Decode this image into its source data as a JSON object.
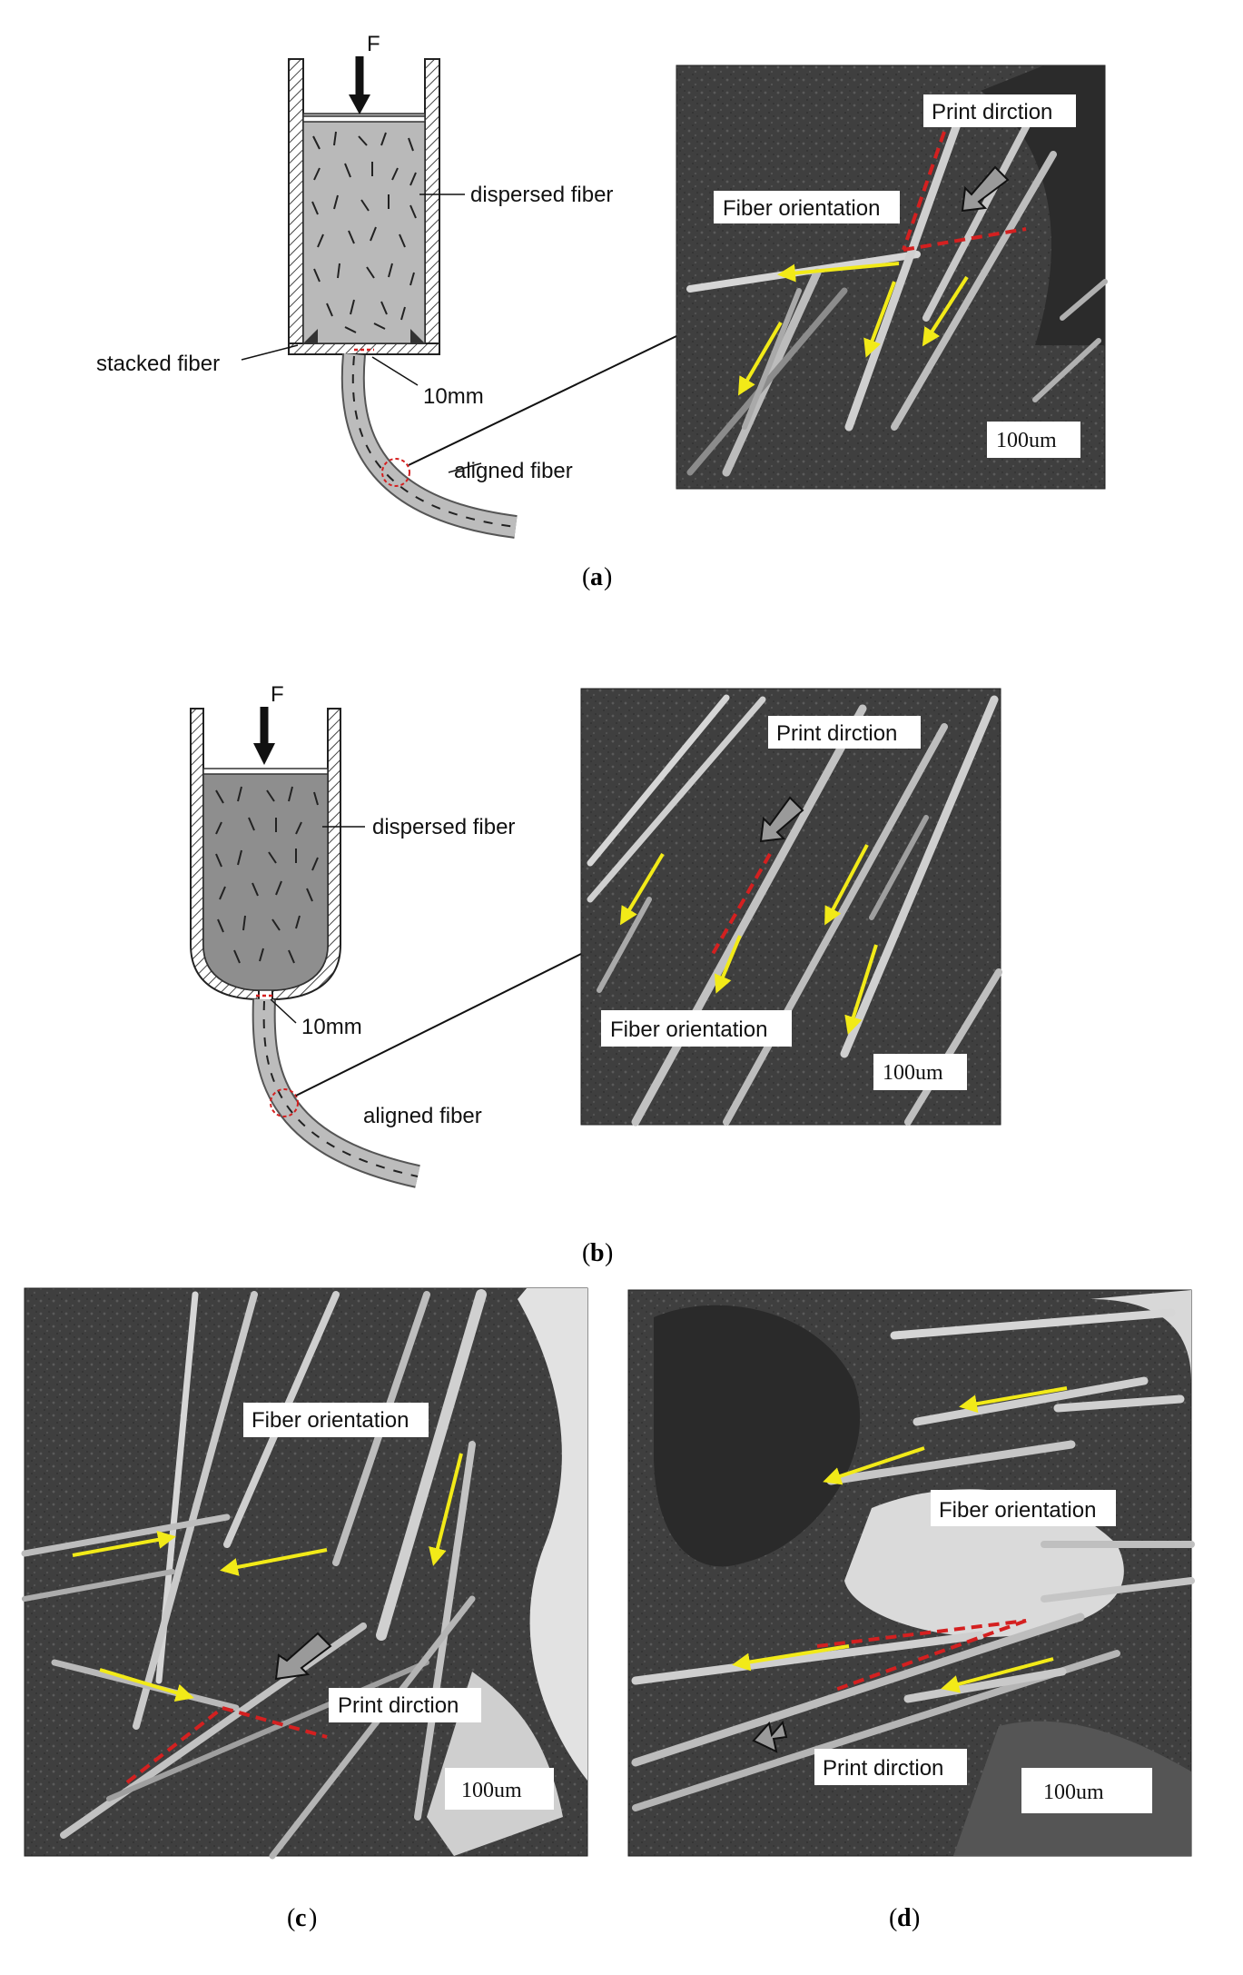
{
  "figure": {
    "panel_a": {
      "caption_letter": "a",
      "force_label": "F",
      "dispersed_label": "dispersed fiber",
      "stacked_label": "stacked fiber",
      "nozzle_label": "10mm",
      "aligned_label": "aligned fiber",
      "sem": {
        "print_direction": "Print dirction",
        "fiber_orientation": "Fiber orientation",
        "scale": "100um"
      }
    },
    "panel_b": {
      "caption_letter": "b",
      "force_label": "F",
      "dispersed_label": "dispersed fiber",
      "nozzle_label": "10mm",
      "aligned_label": "aligned fiber",
      "sem": {
        "print_direction": "Print dirction",
        "fiber_orientation": "Fiber orientation",
        "scale": "100um"
      }
    },
    "panel_c": {
      "caption_letter": "c",
      "sem": {
        "fiber_orientation": "Fiber orientation",
        "print_direction": "Print dirction",
        "scale": "100um"
      }
    },
    "panel_d": {
      "caption_letter": "d",
      "sem": {
        "fiber_orientation": "Fiber orientation",
        "print_direction": "Print dirction",
        "scale": "100um"
      }
    }
  },
  "colors": {
    "fiber_arrow": "#f2ea18",
    "print_dash": "#d42020",
    "direction_arrow_fill": "#9a9a9a",
    "mix_fill": "#b9b9b9",
    "sem_background": "#3e3e3e"
  }
}
